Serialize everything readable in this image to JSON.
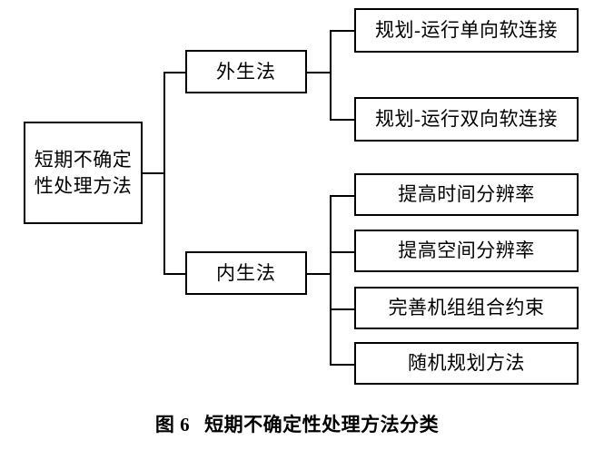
{
  "diagram": {
    "type": "tree",
    "orientation": "left-to-right",
    "root": {
      "id": "root",
      "label": "短期不确定\n性处理方法"
    },
    "branches": [
      {
        "id": "branch-exogenous",
        "label": "外生法",
        "leaves": [
          {
            "id": "leaf-one-way-soft-link",
            "label": "规划-运行单向软连接"
          },
          {
            "id": "leaf-two-way-soft-link",
            "label": "规划-运行双向软连接"
          }
        ]
      },
      {
        "id": "branch-endogenous",
        "label": "内生法",
        "leaves": [
          {
            "id": "leaf-temporal-resolution",
            "label": "提高时间分辨率"
          },
          {
            "id": "leaf-spatial-resolution",
            "label": "提高空间分辨率"
          },
          {
            "id": "leaf-unit-commitment",
            "label": "完善机组组合约束"
          },
          {
            "id": "leaf-stochastic-planning",
            "label": "随机规划方法"
          }
        ]
      }
    ]
  },
  "caption": {
    "number": "图 6",
    "text": "短期不确定性处理方法分类"
  },
  "colors": {
    "stroke": "#000000",
    "background": "#ffffff",
    "text": "#000000"
  }
}
